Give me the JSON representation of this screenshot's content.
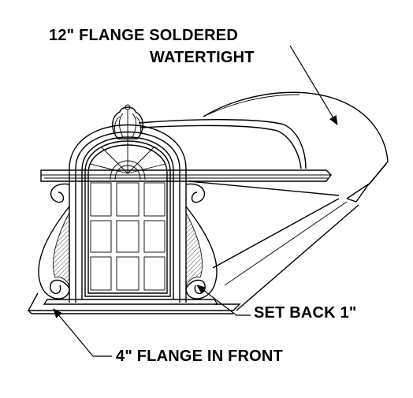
{
  "labels": {
    "flange_top_line1": "12\" FLANGE SOLDERED",
    "flange_top_line2": "WATERTIGHT",
    "set_back": "SET BACK 1\"",
    "flange_front": "4\" FLANGE IN FRONT"
  },
  "colors": {
    "line": "#000000",
    "background": "#ffffff"
  }
}
